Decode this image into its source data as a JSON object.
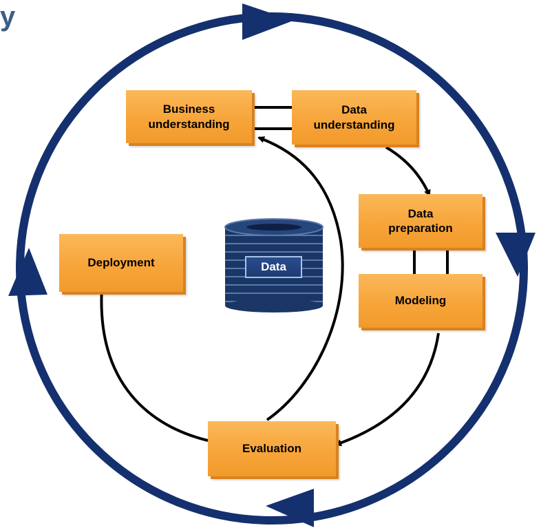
{
  "corner_text": "y",
  "phases": {
    "business": [
      "Business",
      "understanding"
    ],
    "data_understanding": [
      "Data",
      "understanding"
    ],
    "preparation": [
      "Data",
      "preparation"
    ],
    "modeling": "Modeling",
    "evaluation": "Evaluation",
    "deployment": "Deployment"
  },
  "center": {
    "label": "Data"
  },
  "colors": {
    "cycle": "#14306e",
    "box": "#f7a53a",
    "arrow": "#000000"
  }
}
